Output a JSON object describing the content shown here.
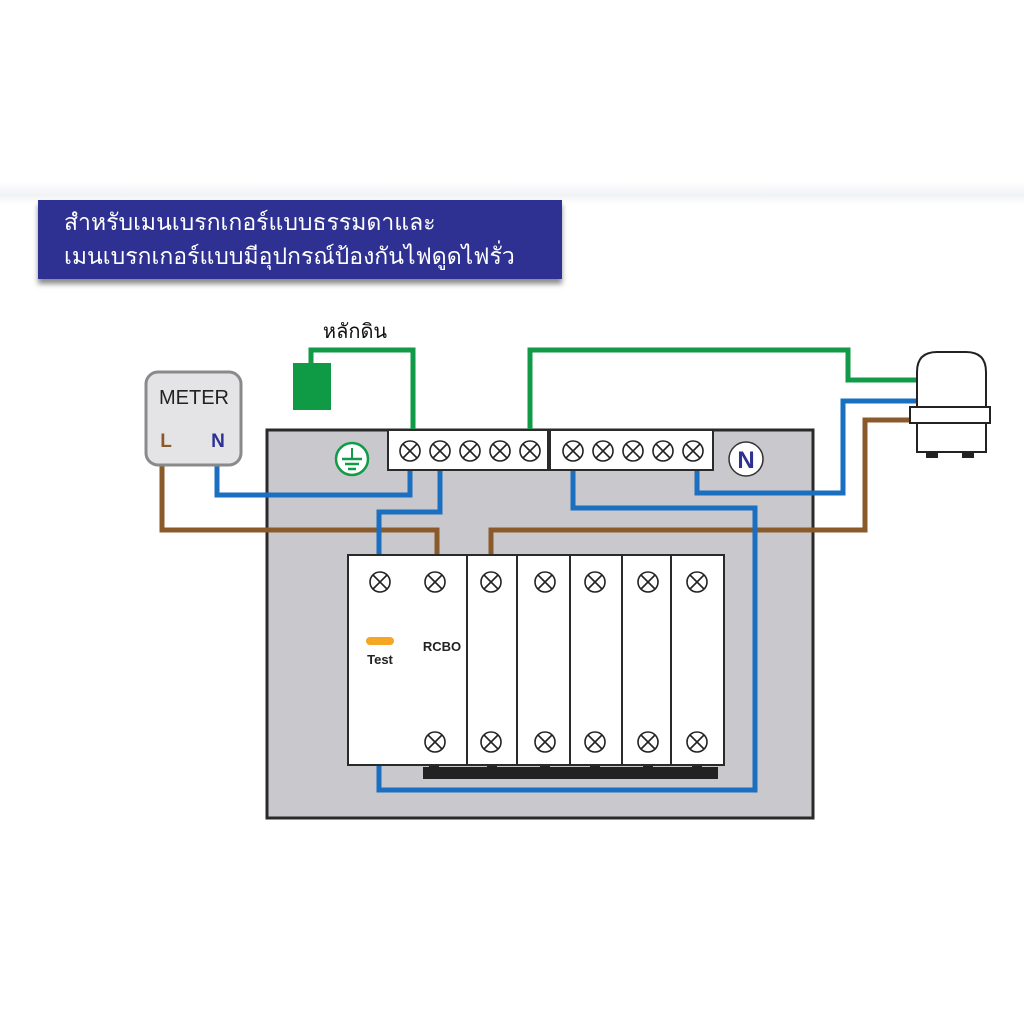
{
  "title": {
    "line1": "สำหรับเมนเบรกเกอร์แบบธรรมดาและ",
    "line2": "เมนเบรกเกอร์แบบมีอุปกรณ์ป้องกันไฟดูดไฟรั่ว"
  },
  "ground_rod_label": "หลักดิน",
  "meter": {
    "label": "METER",
    "line": "L",
    "neutral": "N"
  },
  "neutral_bar_label": "N",
  "rcbo": {
    "label": "RCBO",
    "test_label": "Test"
  },
  "colors": {
    "title_bg": "#2e3192",
    "earth": "#119a48",
    "neutral": "#1a6fc0",
    "line": "#8a5a2b",
    "panel": "#c9c9cd",
    "test": "#f5a623"
  }
}
